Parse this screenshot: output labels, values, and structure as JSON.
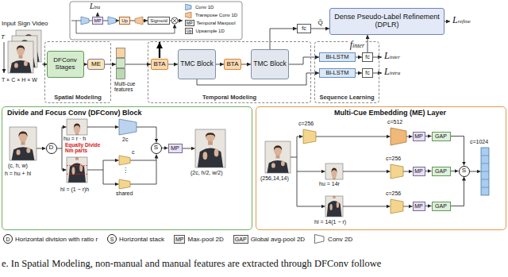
{
  "diagram": {
    "caption": "e. In Spatial Modeling, non-manual and manual features are extracted through DFConv followe",
    "nodes": [
      {
        "text": [
          "MP"
        ]
      },
      {
        "text": [
          "Up"
        ]
      },
      {
        "text": [
          "Sigmoid"
        ]
      },
      {
        "text": [
          "Spatial Modeling"
        ]
      },
      {
        "text": [
          "DFConv Stages"
        ],
        "in": 3
      },
      {
        "text": [
          "ME"
        ],
        "in": 3
      },
      {
        "text": [
          "Multi-cue features"
        ]
      },
      {
        "text": [
          "Temporal Modeling"
        ]
      },
      {
        "text": [
          "BTA"
        ],
        "in": 7
      },
      {
        "text": [
          "TMC Block"
        ],
        "in": 7
      },
      {
        "text": [
          "BTA"
        ],
        "in": 7
      },
      {
        "text": [
          "TMC Block"
        ],
        "in": 7
      },
      {
        "text": [
          "fc"
        ]
      },
      {
        "text": [
          "Dense Pseudo-Label Refinement (DPLR)"
        ]
      },
      {
        "text": [
          "Sequence Learning"
        ]
      },
      {
        "text": [
          "Bi-LSTM"
        ],
        "in": 14
      },
      {
        "text": [
          "fc"
        ],
        "in": 14
      },
      {
        "text": [
          "Bi-LSTM"
        ],
        "in": 14
      },
      {
        "text": [
          "fc"
        ],
        "in": 14
      },
      {
        "text": [
          "Divide and Focus Conv (DFConv) Block"
        ]
      },
      {
        "text": [
          "D"
        ],
        "in": 19
      },
      {
        "text": [
          "S"
        ],
        "in": 19
      },
      {
        "text": [
          "MP"
        ],
        "in": 19
      },
      {
        "text": [
          "Multi-Cue Embedding (ME) Layer"
        ]
      },
      {
        "text": [
          "MP"
        ],
        "in": 23
      },
      {
        "text": [
          "GAP"
        ],
        "in": 23
      },
      {
        "text": [
          "MP"
        ],
        "in": 23
      },
      {
        "text": [
          "GAP"
        ],
        "in": 23
      },
      {
        "text": [
          "MP"
        ],
        "in": 23
      },
      {
        "text": [
          "GAP"
        ],
        "in": 23
      },
      {
        "text": [
          "S"
        ],
        "in": 23
      }
    ],
    "edges": [
      {
        "from": 0,
        "to": 1,
        "arrow": "to"
      },
      {
        "from": 1,
        "to": 2,
        "arrow": "to"
      },
      {
        "from": 4,
        "to": 5,
        "arrow": "to"
      },
      {
        "from": 5,
        "to": 6,
        "arrow": "to"
      },
      {
        "from": 6,
        "to": 8,
        "arrow": "to"
      },
      {
        "from": 8,
        "to": 9,
        "arrow": "to"
      },
      {
        "from": 9,
        "to": 10,
        "arrow": "to"
      },
      {
        "from": 10,
        "to": 11,
        "arrow": "to"
      },
      {
        "from": 11,
        "to": 12,
        "arrow": "to"
      },
      {
        "from": 12,
        "to": 13,
        "label": "Q̃",
        "arrow": "to"
      },
      {
        "from": 11,
        "to": 15,
        "arrow": "to"
      },
      {
        "from": 9,
        "to": 17,
        "arrow": "to"
      },
      {
        "from": 15,
        "to": 16,
        "arrow": "to"
      },
      {
        "from": 17,
        "to": 18,
        "arrow": "to"
      },
      {
        "from": 16,
        "to": 13,
        "label": "finter",
        "arrow": "to"
      },
      {
        "from": 21,
        "to": 22,
        "arrow": "to"
      },
      {
        "from": 24,
        "to": 25,
        "arrow": "to"
      },
      {
        "from": 26,
        "to": 27,
        "arrow": "to"
      },
      {
        "from": 28,
        "to": 29,
        "arrow": "to"
      },
      {
        "from": 25,
        "to": 30,
        "arrow": "to"
      },
      {
        "from": 27,
        "to": 30,
        "arrow": "to"
      },
      {
        "from": 29,
        "to": 30,
        "arrow": "to"
      }
    ],
    "labels": [
      "Input Sign Video",
      "T",
      "T × C × H × W",
      "Lbta",
      "MP",
      "Up",
      "Lrefine",
      "Linter",
      "Lintra",
      "(c, h, w)",
      "h = hu + hl",
      "hu = r · h",
      "Equally Divide Nm parts",
      "hl = (1 − r)h",
      "2c",
      "c",
      "⋮",
      "shared",
      "(2c, h/2, w/2)",
      "(256,14,14)",
      "c=256",
      "c=512",
      "hu = 14r",
      "c=256",
      "hl = 14(1 − r)",
      "c=256",
      "c=1024",
      "D",
      "S",
      "MP",
      "GAP"
    ],
    "legend": [
      {
        "text": "Conv 1D"
      },
      {
        "text": "Transpose Conv 1D"
      },
      {
        "text": "Temporal Maxpool"
      },
      {
        "text": "Upsample 1D"
      },
      {
        "text": "Horizontal division with ratio r"
      },
      {
        "text": "Horizontal stack"
      },
      {
        "text": "Max-pool 2D"
      },
      {
        "text": "Global avg-pool 2D"
      },
      {
        "text": "Conv 2D"
      }
    ]
  }
}
